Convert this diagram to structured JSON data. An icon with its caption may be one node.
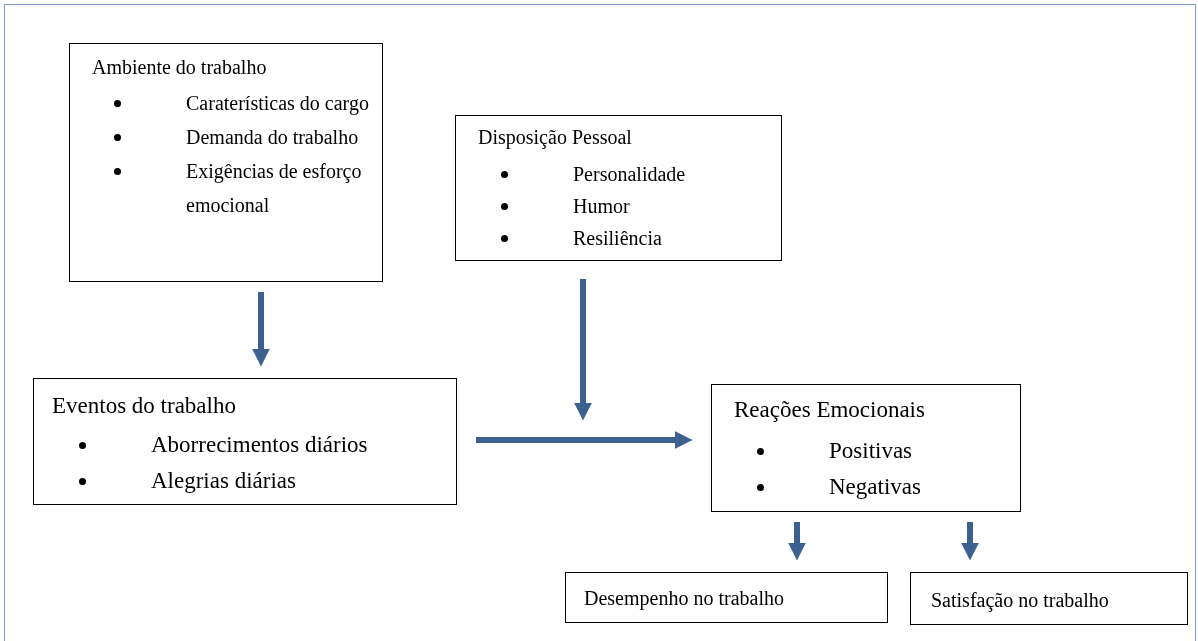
{
  "diagram": {
    "nodes": [
      {
        "text": [
          "Ambiente do trabalho",
          "Caraterísticas do cargo",
          "Demanda do trabalho",
          "Exigências de esforço emocional"
        ]
      },
      {
        "text": [
          "Disposição Pessoal",
          "Personalidade",
          "Humor",
          "Resiliência"
        ]
      },
      {
        "text": [
          "Eventos do trabalho",
          "Aborrecimentos diários",
          "Alegrias diárias"
        ]
      },
      {
        "text": [
          "Reações Emocionais",
          "Positivas",
          "Negativas"
        ]
      },
      {
        "text": [
          "Desempenho no trabalho"
        ]
      },
      {
        "text": [
          "Satisfação no trabalho"
        ]
      }
    ],
    "edges": [
      {
        "from": 0,
        "to": 2,
        "arrow": "to"
      },
      {
        "from": 1,
        "to": null,
        "arrow": "to"
      },
      {
        "from": 2,
        "to": 3,
        "arrow": "to"
      },
      {
        "from": 3,
        "to": 4,
        "arrow": "to"
      },
      {
        "from": 3,
        "to": 5,
        "arrow": "to"
      }
    ]
  }
}
